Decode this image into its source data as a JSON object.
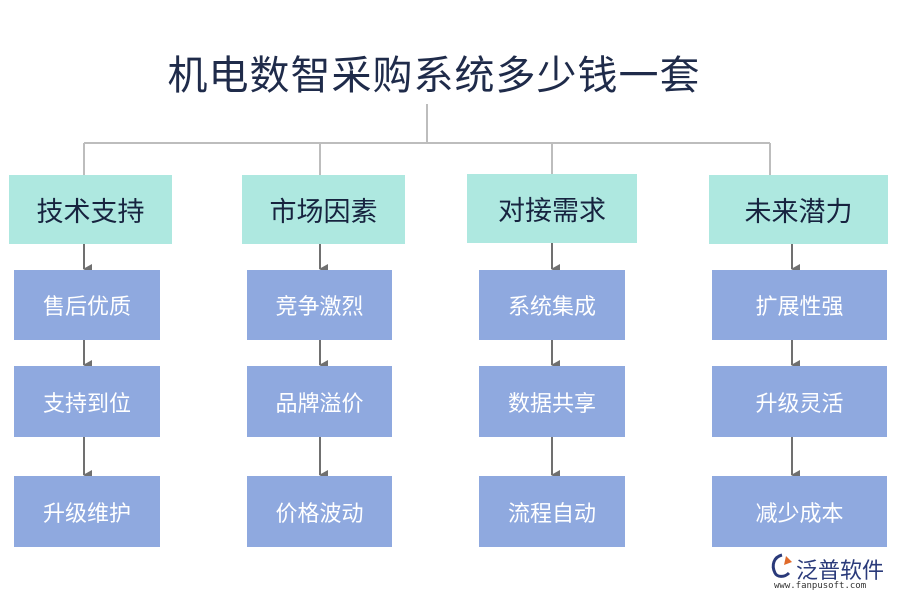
{
  "title": "机电数智采购系统多少钱一套",
  "categories": [
    {
      "label": "技术支持",
      "items": [
        "售后优质",
        "支持到位",
        "升级维护"
      ]
    },
    {
      "label": "市场因素",
      "items": [
        "竞争激烈",
        "品牌溢价",
        "价格波动"
      ]
    },
    {
      "label": "对接需求",
      "items": [
        "系统集成",
        "数据共享",
        "流程自动"
      ]
    },
    {
      "label": "未来潜力",
      "items": [
        "扩展性强",
        "升级灵活",
        "减少成本"
      ]
    }
  ],
  "logo": {
    "name": "泛普软件",
    "url": "www.fanpusoft.com"
  },
  "colors": {
    "head": "#aee8e0",
    "sub": "#8fa9df",
    "line": "#bdbdbd",
    "arrow": "#707070"
  }
}
